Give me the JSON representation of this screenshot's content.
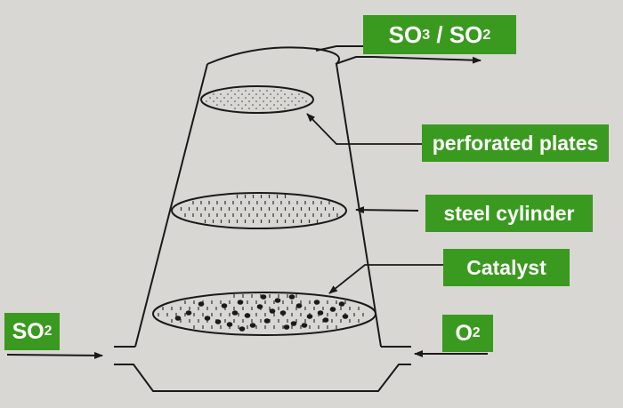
{
  "labels": {
    "outlet": {
      "main": "SO",
      "sub1": "3",
      "sep": " / SO",
      "sub2": "2"
    },
    "perforated_plates": "perforated plates",
    "steel_cylinder": "steel cylinder",
    "catalyst": "Catalyst",
    "inlet_so2": {
      "main": "SO",
      "sub": "2"
    },
    "inlet_o2": {
      "main": "O",
      "sub": "2"
    }
  },
  "colors": {
    "label_background": "#3a9a1f",
    "label_text": "#ffffff",
    "line": "#1a1a1a",
    "background": "#d9d7d3"
  }
}
